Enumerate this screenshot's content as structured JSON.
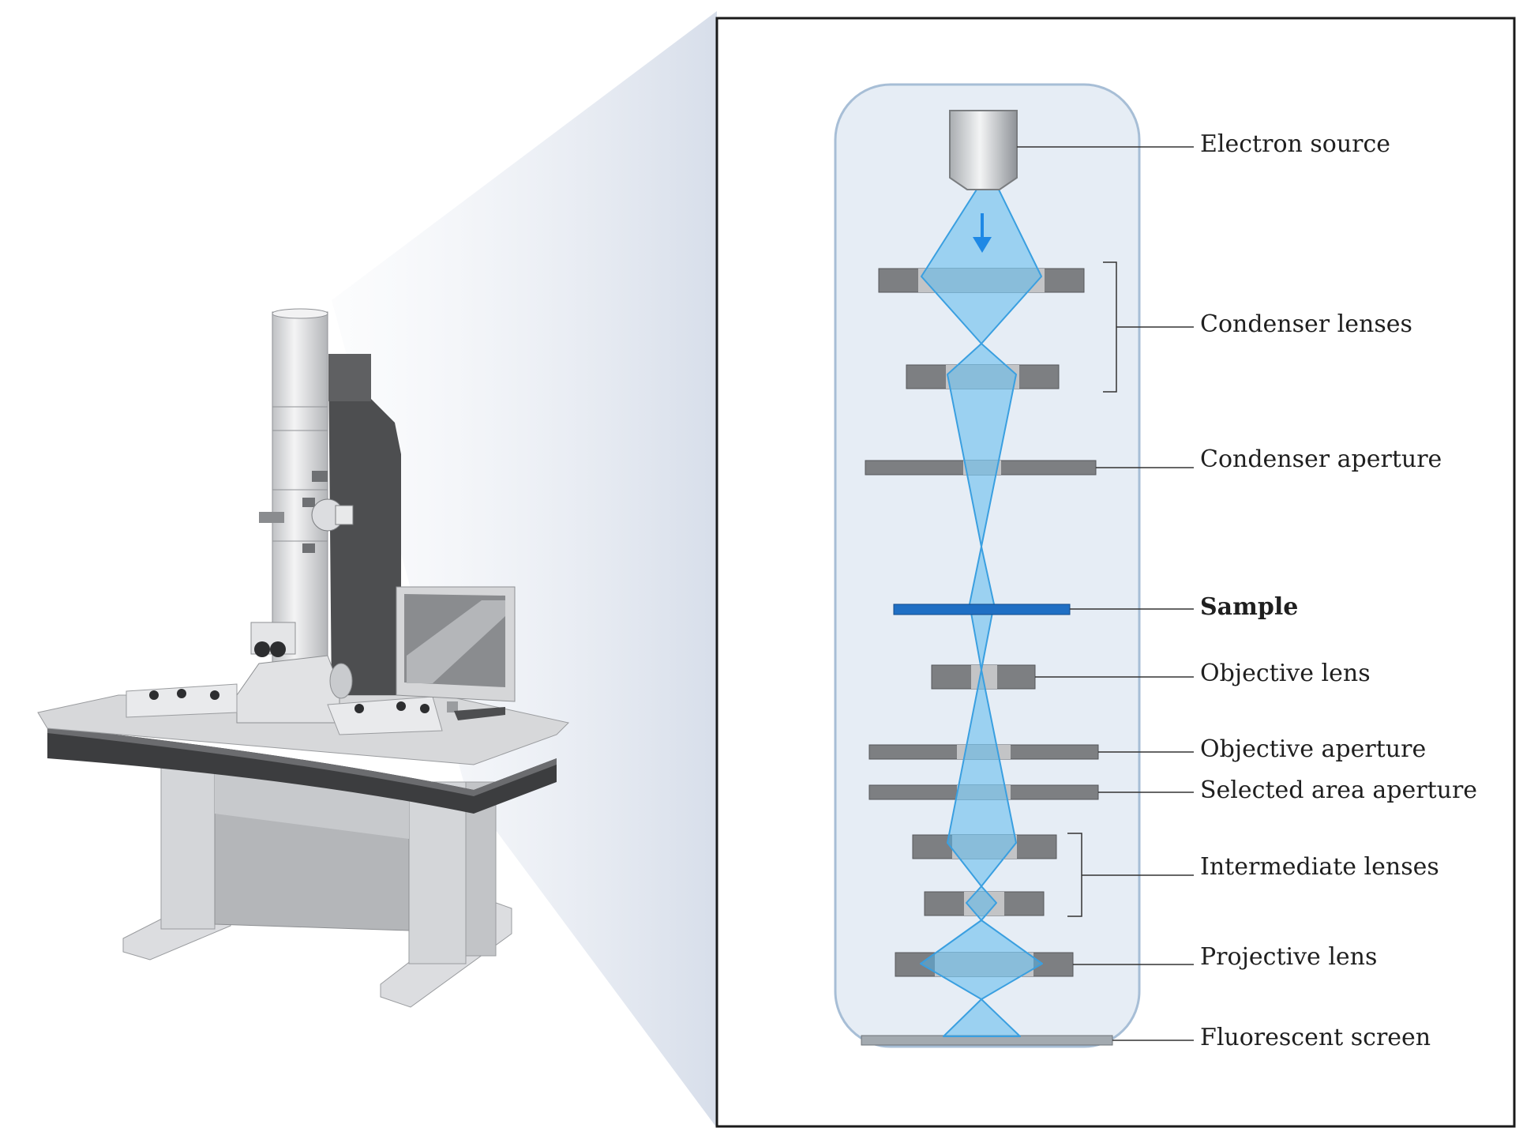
{
  "diagram": {
    "labels": {
      "electron_source": "Electron source",
      "condenser_lenses": "Condenser lenses",
      "condenser_aperture": "Condenser aperture",
      "sample": "Sample",
      "objective_lens": "Objective lens",
      "objective_aperture": "Objective aperture",
      "selected_area_aperture": "Selected area aperture",
      "intermediate_lenses": "Intermediate lenses",
      "projective_lens": "Projective lens",
      "fluorescent_screen": "Fluorescent screen"
    }
  },
  "colors": {
    "beam": "#4fb6ee",
    "beam_light": "#9bd8f7",
    "sample": "#1f6fc4",
    "lens_dark": "#7d7f82",
    "column_fill": "#e6edf5",
    "column_stroke": "#a7bed6",
    "zoom_fill": "#dfe5ee"
  }
}
